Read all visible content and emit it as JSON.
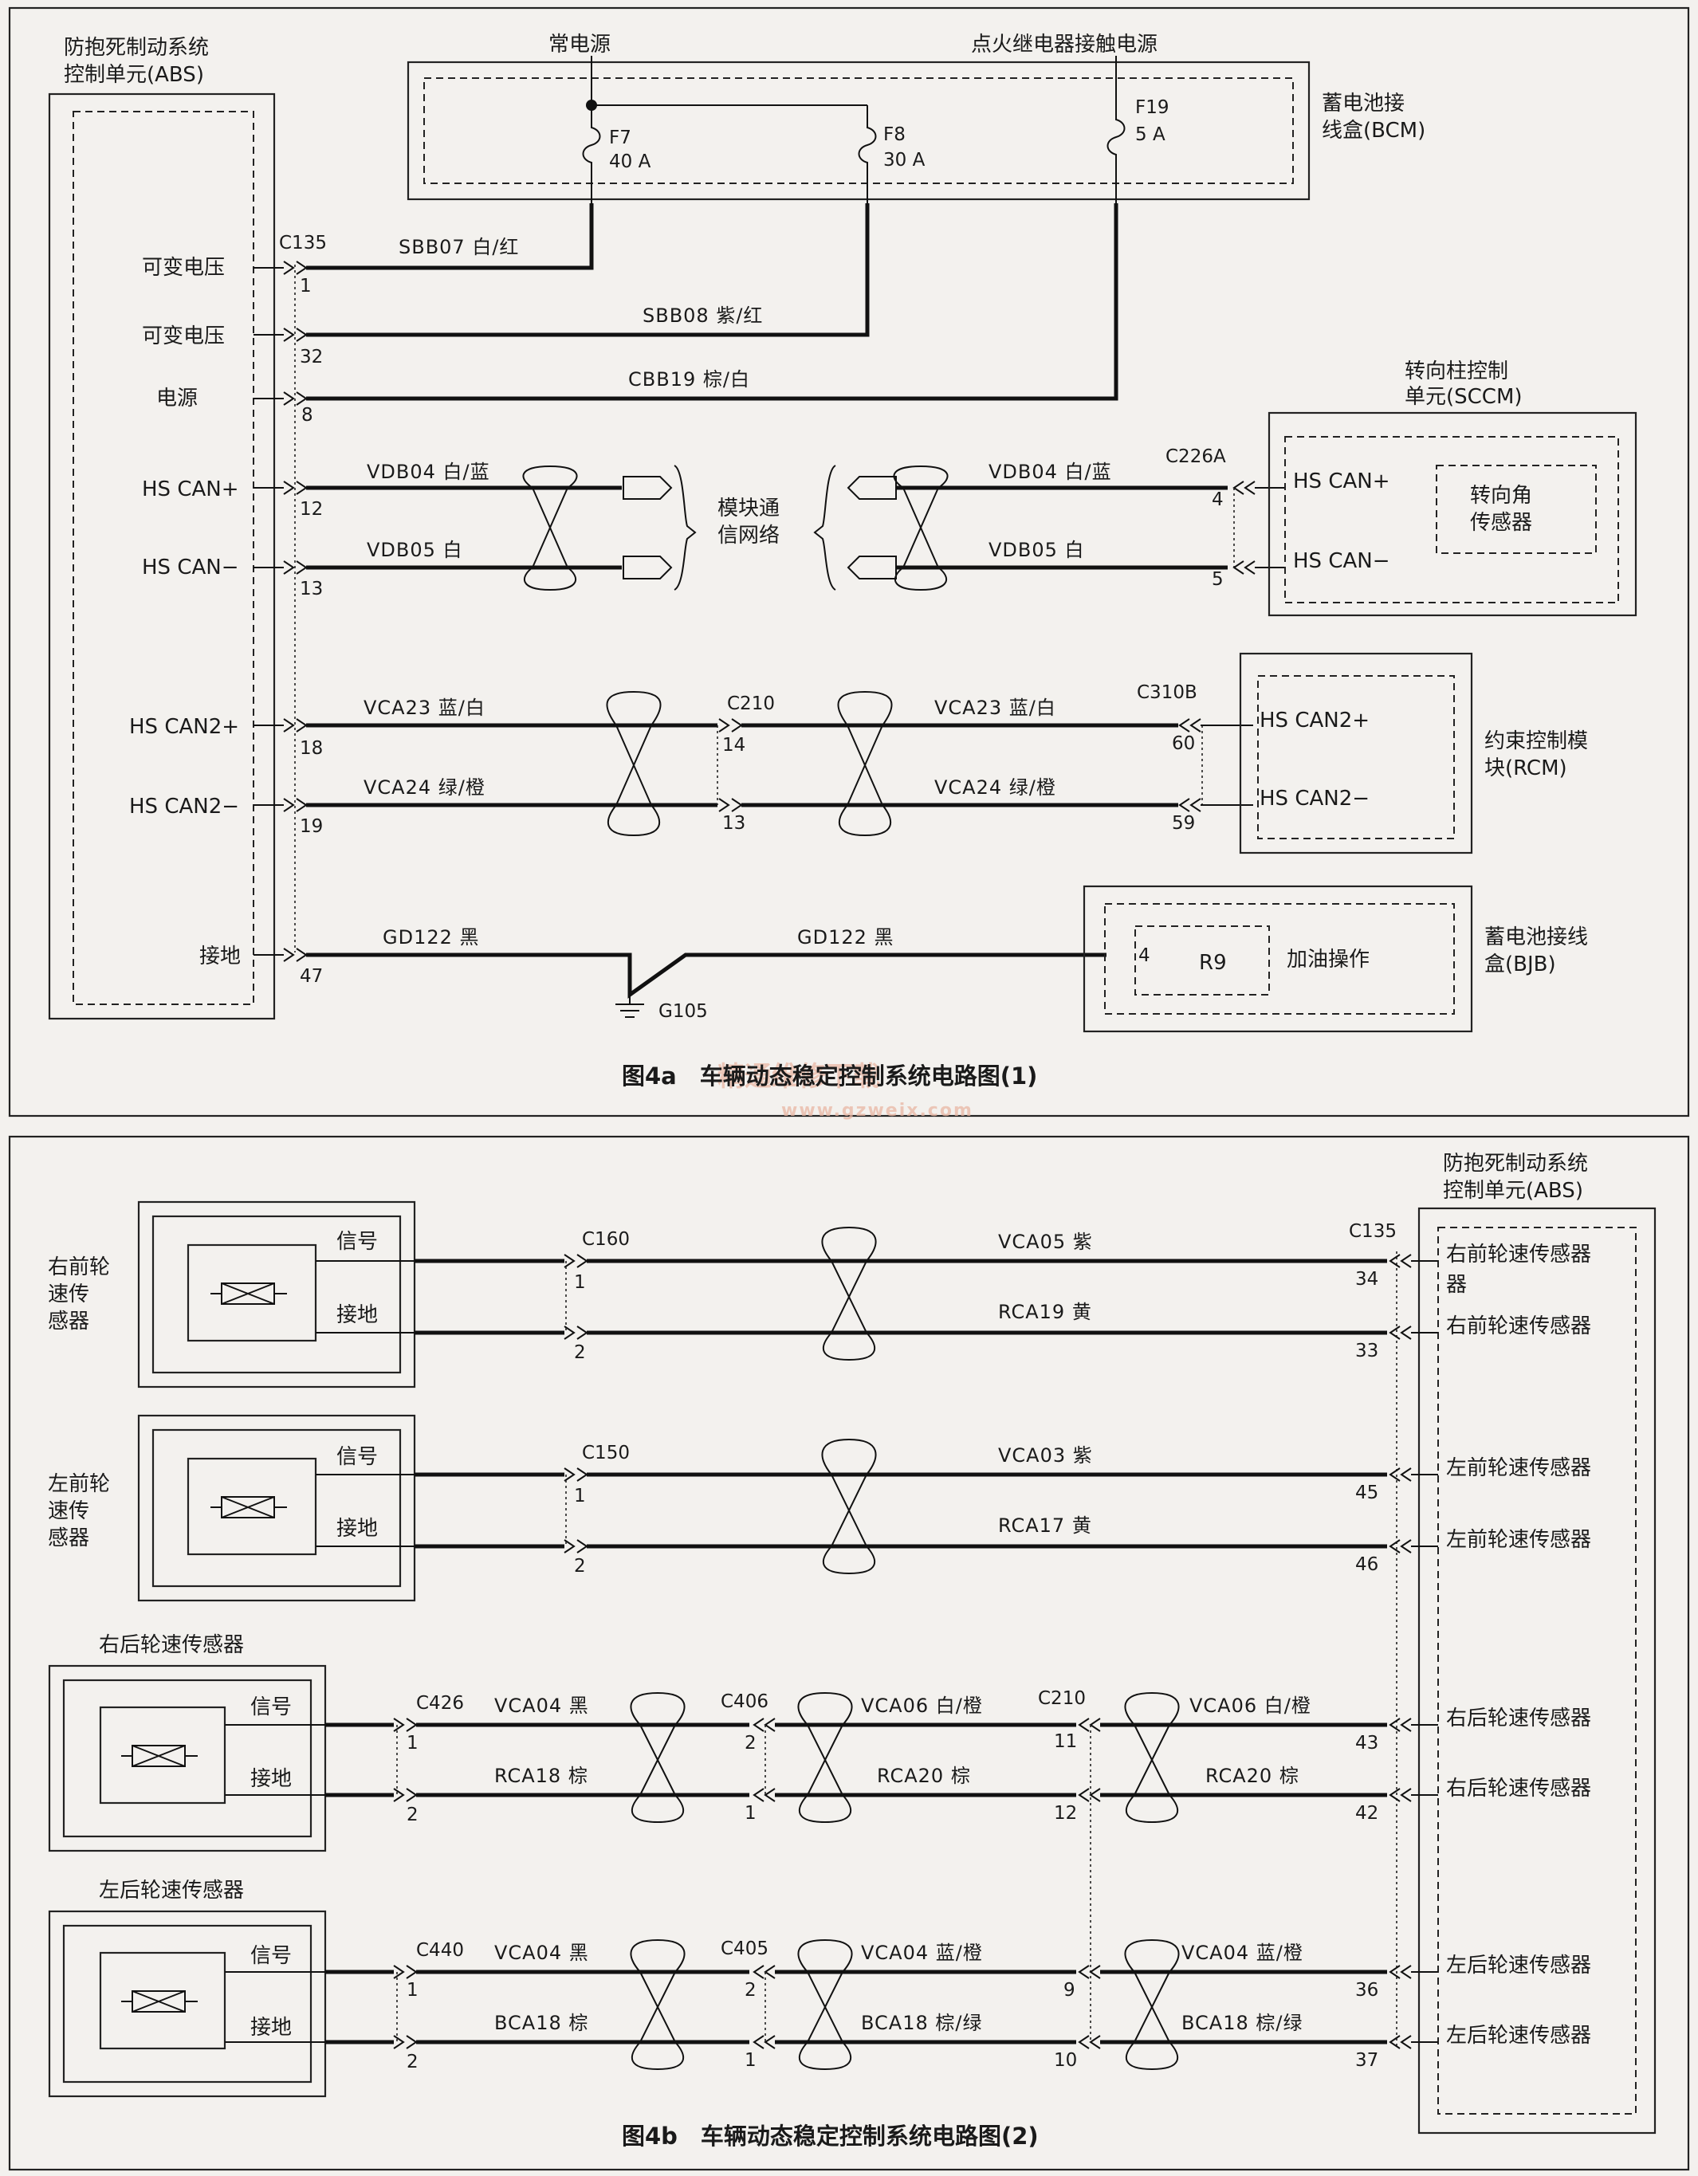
{
  "fig_a": {
    "caption": "图4a　车辆动态稳定控制系统电路图(1)",
    "abs_title": [
      "防抱死制动系统",
      "控制单元(ABS)"
    ],
    "always_power": "常电源",
    "ignition_power": "点火继电器接触电源",
    "bcm_label": [
      "蓄电池接",
      "线盒(BCM)"
    ],
    "fuses": [
      {
        "name": "F7",
        "rating": "40 A"
      },
      {
        "name": "F8",
        "rating": "30 A"
      },
      {
        "name": "F19",
        "rating": "5 A"
      }
    ],
    "connector_c135": "C135",
    "abs_pins": [
      {
        "label": "可变电压",
        "pin": "1",
        "wire": "SBB07  白/红"
      },
      {
        "label": "可变电压",
        "pin": "32",
        "wire": "SBB08  紫/红"
      },
      {
        "label": "电源",
        "pin": "8",
        "wire": "CBB19  棕/白"
      },
      {
        "label": "HS CAN+",
        "pin": "12",
        "wire": "VDB04  白/蓝"
      },
      {
        "label": "HS CAN−",
        "pin": "13",
        "wire": "VDB05  白"
      },
      {
        "label": "HS CAN2+",
        "pin": "18",
        "wire": "VCA23  蓝/白"
      },
      {
        "label": "HS CAN2−",
        "pin": "19",
        "wire": "VCA24  绿/橙"
      },
      {
        "label": "接地",
        "pin": "47",
        "wire": "GD122  黑"
      }
    ],
    "network_label": [
      "模块通",
      "信网络"
    ],
    "sccm": {
      "title": [
        "转向柱控制",
        "单元(SCCM)"
      ],
      "connector": "C226A",
      "wires": [
        {
          "wire": "VDB04  白/蓝",
          "pin": "4",
          "label": "HS CAN+"
        },
        {
          "wire": "VDB05  白",
          "pin": "5",
          "label": "HS CAN−"
        }
      ],
      "sensor": [
        "转向角",
        "传感器"
      ]
    },
    "c210": {
      "connector": "C210",
      "pins": [
        "14",
        "13"
      ]
    },
    "rcm": {
      "title": [
        "约束控制模",
        "块(RCM)"
      ],
      "connector": "C310B",
      "wires": [
        {
          "wire": "VCA23  蓝/白",
          "pin": "60",
          "label": "HS CAN2+"
        },
        {
          "wire": "VCA24  绿/橙",
          "pin": "59",
          "label": "HS CAN2−"
        }
      ]
    },
    "ground": {
      "name": "G105",
      "wire_right": "GD122  黑"
    },
    "bjb": {
      "title": [
        "蓄电池接线",
        "盒(BJB)"
      ],
      "pin": "4",
      "relay": "R9",
      "function": "加油操作"
    },
    "watermark": "精通维修下载",
    "watermark_url": "www.gzweix.com"
  },
  "fig_b": {
    "caption": "图4b　车辆动态稳定控制系统电路图(2)",
    "abs_title": [
      "防抱死制动系统",
      "控制单元(ABS)"
    ],
    "connector_c135": "C135",
    "sensor_signal": "信号",
    "sensor_ground": "接地",
    "front": [
      {
        "name": [
          "右前轮",
          "速传",
          "感器"
        ],
        "connector": "C160",
        "pins": [
          "1",
          "2"
        ],
        "wires": [
          "VCA05  紫",
          "RCA19  黄"
        ],
        "abs_pins": [
          "34",
          "33"
        ],
        "abs_labels": [
          "右前轮速传感器",
          "右前轮速传感器"
        ],
        "abs_label_wrap": "器"
      },
      {
        "name": [
          "左前轮",
          "速传",
          "感器"
        ],
        "connector": "C150",
        "pins": [
          "1",
          "2"
        ],
        "wires": [
          "VCA03  紫",
          "RCA17  黄"
        ],
        "abs_pins": [
          "45",
          "46"
        ],
        "abs_labels": [
          "左前轮速传感器",
          "左前轮速传感器"
        ]
      }
    ],
    "rear": [
      {
        "name": "右后轮速传感器",
        "conn1": "C426",
        "conn1_pins": [
          "1",
          "2"
        ],
        "wires1": [
          "VCA04  黑",
          "RCA18  棕"
        ],
        "conn2": "C406",
        "conn2_pins": [
          "2",
          "1"
        ],
        "wires2": [
          "VCA06  白/橙",
          "RCA20  棕"
        ],
        "conn3": "C210",
        "conn3_pins": [
          "11",
          "12"
        ],
        "wires3": [
          "VCA06  白/橙",
          "RCA20  棕"
        ],
        "abs_pins": [
          "43",
          "42"
        ],
        "abs_labels": [
          "右后轮速传感器",
          "右后轮速传感器"
        ]
      },
      {
        "name": "左后轮速传感器",
        "conn1": "C440",
        "conn1_pins": [
          "1",
          "2"
        ],
        "wires1": [
          "VCA04  黑",
          "BCA18  棕"
        ],
        "conn2": "C405",
        "conn2_pins": [
          "2",
          "1"
        ],
        "wires2": [
          "VCA04  蓝/橙",
          "BCA18  棕/绿"
        ],
        "conn3": "",
        "conn3_pins": [
          "9",
          "10"
        ],
        "wires3": [
          "VCA04  蓝/橙",
          "BCA18  棕/绿"
        ],
        "abs_pins": [
          "36",
          "37"
        ],
        "abs_labels": [
          "左后轮速传感器",
          "左后轮速传感器"
        ]
      }
    ]
  }
}
